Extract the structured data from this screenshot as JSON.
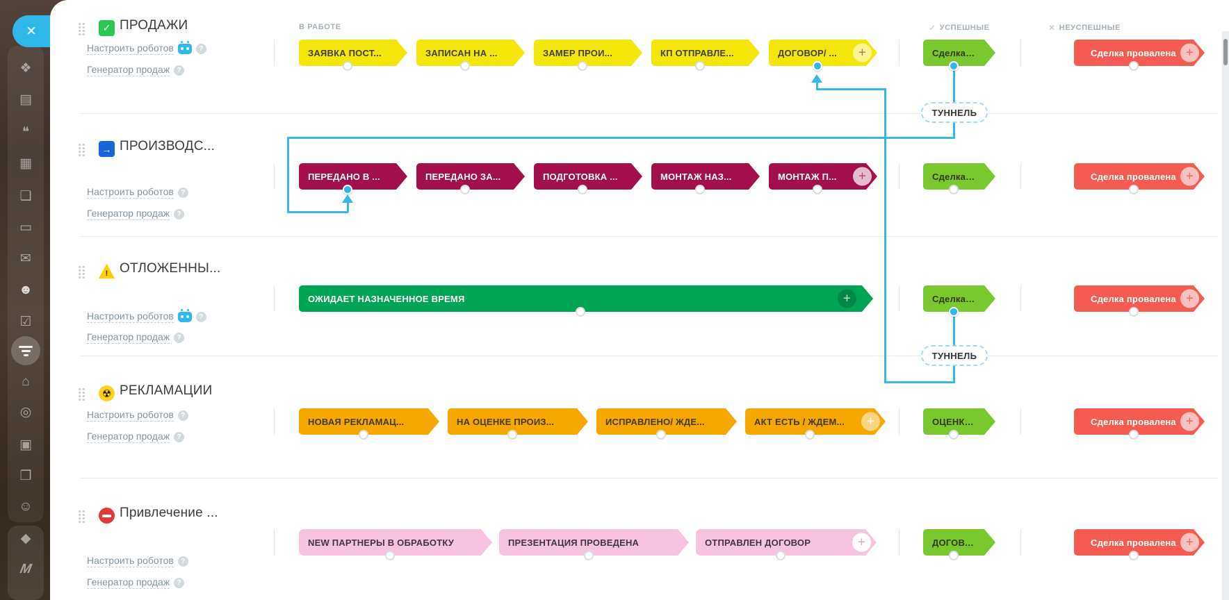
{
  "sidebar": {
    "close_button": "✕",
    "icons": [
      {
        "name": "feed-icon",
        "glyph": "❖"
      },
      {
        "name": "workspace-icon",
        "glyph": "▤"
      },
      {
        "name": "chat-icon",
        "glyph": "❝"
      },
      {
        "name": "calendar-icon",
        "glyph": "▦"
      },
      {
        "name": "documents-icon",
        "glyph": "❏"
      },
      {
        "name": "drive-icon",
        "glyph": "▭"
      },
      {
        "name": "mail-icon",
        "glyph": "✉"
      },
      {
        "name": "clients-icon",
        "glyph": "☻"
      },
      {
        "name": "tasks-icon",
        "glyph": "☑"
      },
      {
        "name": "sales-funnel-icon",
        "glyph": ""
      },
      {
        "name": "company-icon",
        "glyph": "⌂"
      },
      {
        "name": "marketing-icon",
        "glyph": "◎"
      },
      {
        "name": "shop-icon",
        "glyph": "▣"
      },
      {
        "name": "contacts-icon",
        "glyph": "❐"
      },
      {
        "name": "robot-icon",
        "glyph": "☺"
      },
      {
        "name": "box-icon",
        "glyph": "◆"
      },
      {
        "name": "market-icon",
        "glyph": "M"
      }
    ]
  },
  "board": {
    "column_headers": {
      "in_work": "В РАБОТЕ",
      "success": "УСПЕШНЫЕ",
      "fail": "НЕУСПЕШНЫЕ",
      "success_mark": "✓",
      "fail_mark": "✕"
    },
    "tunnel_label": "ТУННЕЛЬ",
    "row_links": {
      "robots": "Настроить роботов",
      "generator": "Генератор продаж",
      "help_mark": "?"
    },
    "plus_mark": "+",
    "colors": {
      "accent_blue": "#2fb8e9",
      "tunnel_cyan": "#36b9e9",
      "success_green": "#79c82d",
      "fail_red": "#f45b52",
      "yellow": "#f5e60a",
      "crimson": "#a30f4d",
      "emerald": "#00a455",
      "orange": "#f6a800",
      "pink": "#f8c3e0"
    },
    "funnels": [
      {
        "title": "ПРОДАЖИ",
        "icon_glyph": "✓",
        "has_robot_badge": true,
        "stages": [
          "ЗАЯВКА ПОСТ...",
          "ЗАПИСАН НА ...",
          "ЗАМЕР ПРОИ...",
          "КП ОТПРАВЛЕ...",
          "ДОГОВОР/ ..."
        ],
        "success_stage": "Сделка ...",
        "fail_stage": "Сделка провалена"
      },
      {
        "title": "ПРОИЗВОДС...",
        "icon_glyph": "→",
        "has_robot_badge": false,
        "stages": [
          "ПЕРЕДАНО В ...",
          "ПЕРЕДАНО ЗА...",
          "ПОДГОТОВКА ...",
          "МОНТАЖ НАЗ...",
          "МОНТАЖ П..."
        ],
        "success_stage": "Сделка ...",
        "fail_stage": "Сделка провалена"
      },
      {
        "title": "ОТЛОЖЕННЫ...",
        "icon_glyph": "!",
        "has_robot_badge": true,
        "stages": [
          "ОЖИДАЕТ НАЗНАЧЕННОЕ ВРЕМЯ"
        ],
        "success_stage": "Сделка ...",
        "fail_stage": "Сделка провалена"
      },
      {
        "title": "РЕКЛАМАЦИИ",
        "icon_glyph": "☢",
        "has_robot_badge": false,
        "stages": [
          "НОВАЯ РЕКЛАМАЦ...",
          "НА ОЦЕНКЕ ПРОИЗ...",
          "ИСПРАВЛЕНО/ ЖДЕ...",
          "АКТ ЕСТЬ / ЖДЕМ..."
        ],
        "success_stage": "ОЦЕНКА...",
        "fail_stage": "Сделка провалена"
      },
      {
        "title": "Привлечение ...",
        "icon_glyph": "",
        "has_robot_badge": false,
        "stages": [
          "NEW ПАРТНЕРЫ В ОБРАБОТКУ",
          "ПРЕЗЕНТАЦИЯ ПРОВЕДЕНА",
          "ОТПРАВЛЕН ДОГОВОР"
        ],
        "success_stage": "ДОГОВО...",
        "fail_stage": "Сделка провалена"
      }
    ]
  }
}
